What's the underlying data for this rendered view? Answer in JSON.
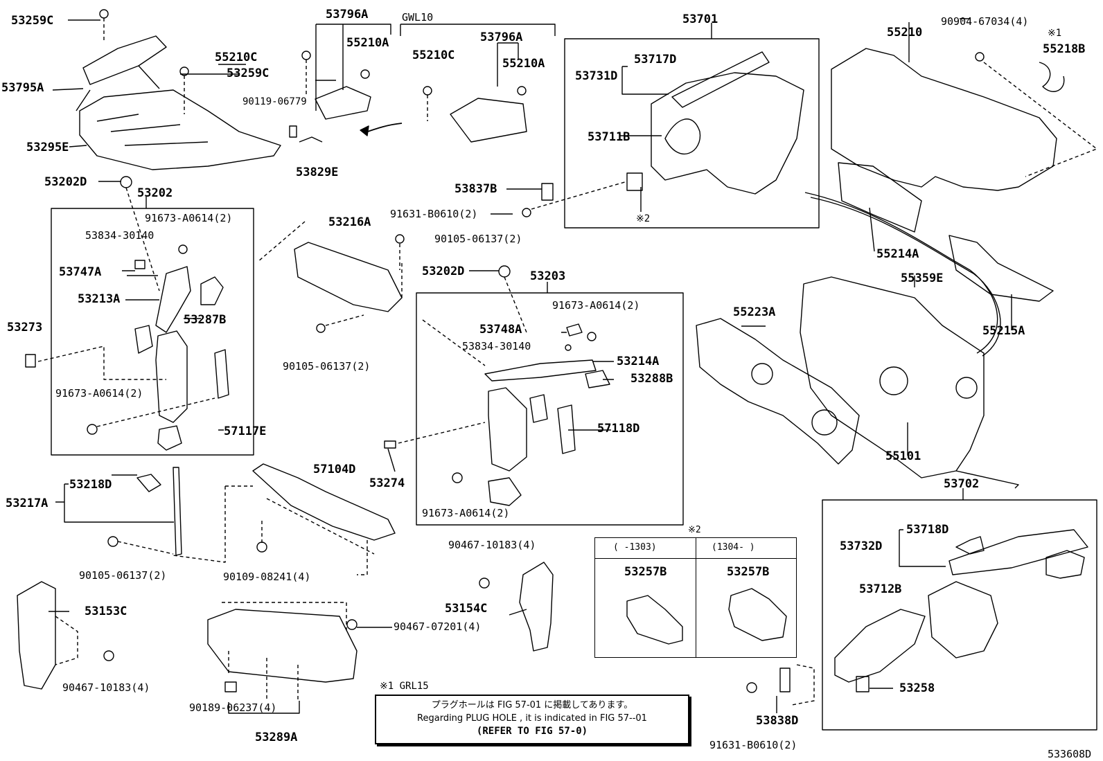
{
  "diagram": {
    "footer_code": "533608D",
    "notes": {
      "grl15": "※1 GRL15",
      "star1": "※1",
      "star2": "※2",
      "gwl10": "GWL10"
    },
    "plug_note": {
      "jp": "プラグホールは FIG 57-01 に掲載してあります。",
      "en": "Regarding  PLUG  HOLE , it is indicated in FIG  57--01",
      "refer": "(REFER TO FIG 57-0)"
    },
    "variant_table": {
      "title": "※2",
      "col1_header": "(      -1303)",
      "col2_header": "(1304-       )",
      "col1_part": "53257B",
      "col2_part": "53257B"
    },
    "labels": [
      "53259C",
      "53795A",
      "53295E",
      "53796A",
      "55210A",
      "55210C",
      "53259C",
      "90119-06779",
      "53829E",
      "53796A",
      "55210C",
      "55210A",
      "53701",
      "53717D",
      "53731D",
      "53711B",
      "53837B",
      "91631-B0610(2)",
      "55210",
      "90904-67034(4)",
      "55218B",
      "55214A",
      "55359E",
      "55215A",
      "55223A",
      "55101",
      "53202D",
      "53202",
      "91673-A0614(2)",
      "53834-30140",
      "53747A",
      "53213A",
      "53287B",
      "53273",
      "91673-A0614(2)",
      "57117E",
      "53216A",
      "90105-06137(2)",
      "90105-06137(2)",
      "53202D",
      "53203",
      "91673-A0614(2)",
      "53748A",
      "53834-30140",
      "53214A",
      "53288B",
      "57118D",
      "53274",
      "91673-A0614(2)",
      "53217A",
      "53218D",
      "90105-06137(2)",
      "57104D",
      "90109-08241(4)",
      "53153C",
      "90467-10183(4)",
      "90467-07201(4)",
      "90189-06237(4)",
      "53289A",
      "90467-10183(4)",
      "53154C",
      "53702",
      "53718D",
      "53732D",
      "53712B",
      "53258",
      "53838D",
      "91631-B0610(2)"
    ]
  }
}
